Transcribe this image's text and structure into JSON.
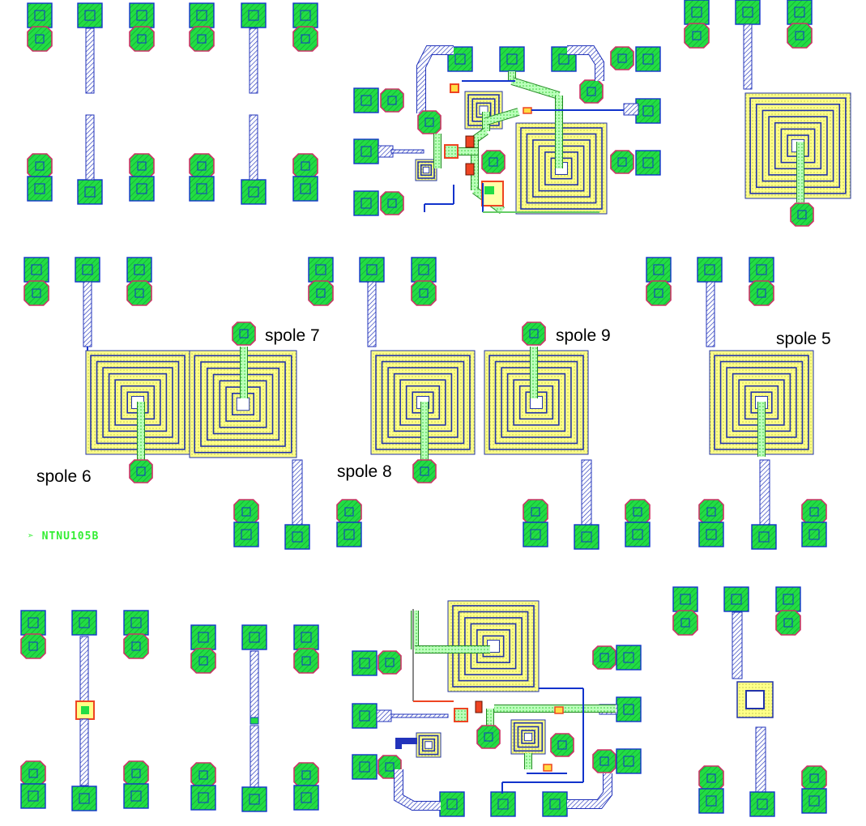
{
  "labels": {
    "spole7": "spole 7",
    "spole9": "spole 9",
    "spole5": "spole 5",
    "spole6": "spole 6",
    "spole8": "spole 8"
  },
  "chip_id": "NTNU105B",
  "colors": {
    "pad_fill": "#22dd44",
    "pad_outline": "#1133cc",
    "via_outline": "#cc3366",
    "metal_hatch": "#2233bb",
    "coil_fill": "#ffff88",
    "coil_metal": "#2233aa",
    "green_trace": "#66ee66",
    "contact_red": "#ee4422",
    "chip_id_color": "#33ee33"
  }
}
